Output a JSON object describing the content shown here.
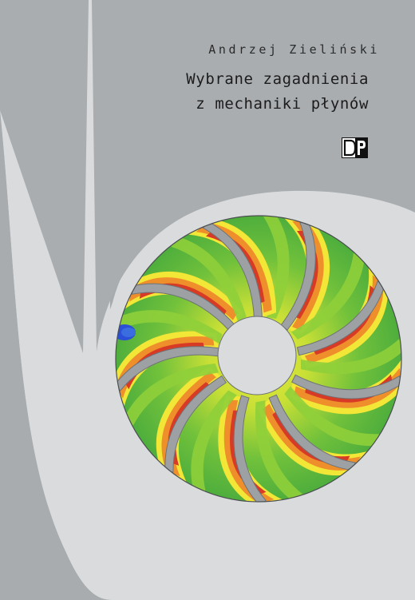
{
  "cover": {
    "author": "Andrzej Zieliński",
    "title_line1": "Wybrane zagadnienia",
    "title_line2": "z mechaniki płynów",
    "publisher_logo": "DP"
  },
  "colors": {
    "background": "#a9adb0",
    "volute": "#d8dadc",
    "blade": "#9ca0a3",
    "flow_low": "#2b4fd6",
    "flow_mid_low": "#49b33d",
    "flow_mid": "#a6d637",
    "flow_mid_high": "#f3e832",
    "flow_high": "#ee8a2c",
    "flow_max": "#d93a26"
  }
}
